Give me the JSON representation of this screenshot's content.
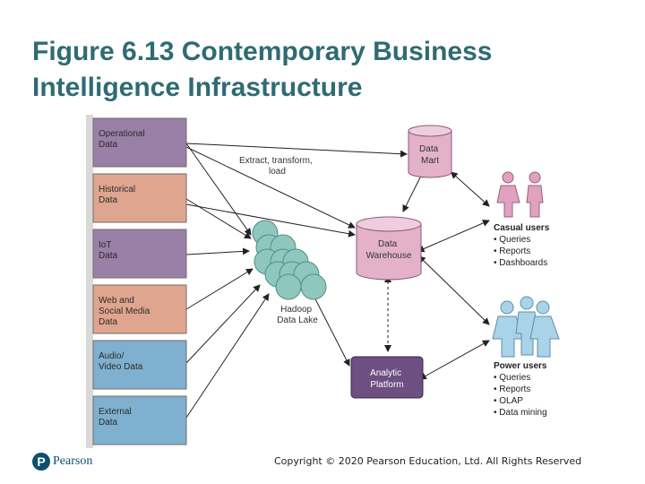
{
  "title": {
    "line1": "Figure 6.13 Contemporary Business",
    "line2": "Intelligence Infrastructure"
  },
  "sources": [
    {
      "lines": [
        "Operational",
        "Data"
      ],
      "color": "#9a7fa6"
    },
    {
      "lines": [
        "Historical",
        "Data"
      ],
      "color": "#e0a58e"
    },
    {
      "lines": [
        "IoT",
        "Data"
      ],
      "color": "#9a7fa6"
    },
    {
      "lines": [
        "Web and",
        "Social Media",
        "Data"
      ],
      "color": "#e0a58e"
    },
    {
      "lines": [
        "Audio/",
        "Video Data"
      ],
      "color": "#7fb0cf"
    },
    {
      "lines": [
        "External",
        "Data"
      ],
      "color": "#7fb0cf"
    }
  ],
  "etl_label": [
    "Extract, transform,",
    "load"
  ],
  "data_mart": [
    "Data",
    "Mart"
  ],
  "data_warehouse": [
    "Data",
    "Warehouse"
  ],
  "hadoop": [
    "Hadoop",
    "Data Lake"
  ],
  "analytic_platform": [
    "Analytic",
    "Platform"
  ],
  "casual_users": {
    "heading": "Casual users",
    "items": [
      "Queries",
      "Reports",
      "Dashboards"
    ]
  },
  "power_users": {
    "heading": "Power users",
    "items": [
      "Queries",
      "Reports",
      "OLAP",
      "Data mining"
    ]
  },
  "copyright": "Copyright © 2020 Pearson Education, Ltd. All Rights Reserved",
  "logo": {
    "mark": "P",
    "text": "Pearson"
  },
  "colors": {
    "title": "#2f6b73",
    "cylinder": "#e3b2c9",
    "hadoop_cell": "#8fc7bd",
    "analytic": "#6d4f82",
    "casual_user_figure": "#e0a2bf",
    "power_user_figure": "#a9d3e8"
  },
  "icons": {
    "user": "person-icon",
    "logo": "pearson-logo-icon"
  }
}
